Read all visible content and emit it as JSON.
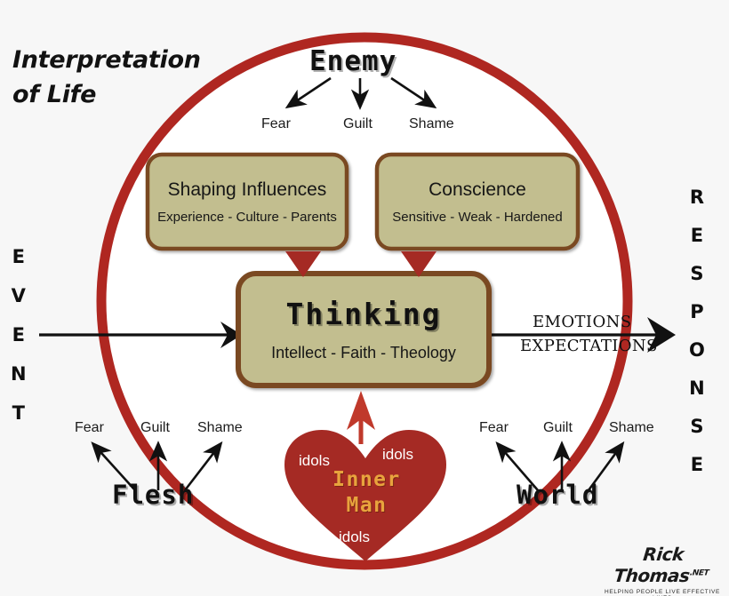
{
  "title": {
    "line1": "Interpretation",
    "line2": "of Life"
  },
  "colors": {
    "circle_red": "#AF2721",
    "box_fill": "#C2BE8F",
    "box_border": "#7A4A21",
    "heart_red": "#A52A24",
    "inner_man_orange": "#E8A33D",
    "arrow_black": "#111111",
    "page_background": "#F7F7F7",
    "circle_interior": "#FFFFFF"
  },
  "axes": {
    "event_label": "EVENT",
    "event_letters": [
      "E",
      "V",
      "E",
      "N",
      "T"
    ],
    "response_label": "RESPONSE",
    "response_letters": [
      "R",
      "E",
      "S",
      "P",
      "O",
      "N",
      "S",
      "E"
    ]
  },
  "enemy": {
    "heading": "Enemy",
    "outcomes": [
      "Fear",
      "Guilt",
      "Shame"
    ]
  },
  "flesh": {
    "heading": "Flesh",
    "outcomes": [
      "Fear",
      "Guilt",
      "Shame"
    ]
  },
  "world": {
    "heading": "World",
    "outcomes": [
      "Fear",
      "Guilt",
      "Shame"
    ]
  },
  "boxes": [
    {
      "title": "Shaping Influences",
      "subtitle": "Experience - Culture - Parents"
    },
    {
      "title": "Conscience",
      "subtitle": "Sensitive - Weak - Hardened"
    }
  ],
  "thinking": {
    "title": "Thinking",
    "subtitle": "Intellect - Faith - Theology"
  },
  "output": {
    "line1": "EMOTIONS",
    "line2": "EXPECTATIONS"
  },
  "heart": {
    "name_line1": "Inner",
    "name_line2": "Man",
    "idol_labels": [
      "idols",
      "idols",
      "idols"
    ]
  },
  "logo": {
    "name": "Rick Thomas",
    "tld": ".NET",
    "tagline": "HELPING PEOPLE LIVE EFFECTIVE LIVES"
  }
}
